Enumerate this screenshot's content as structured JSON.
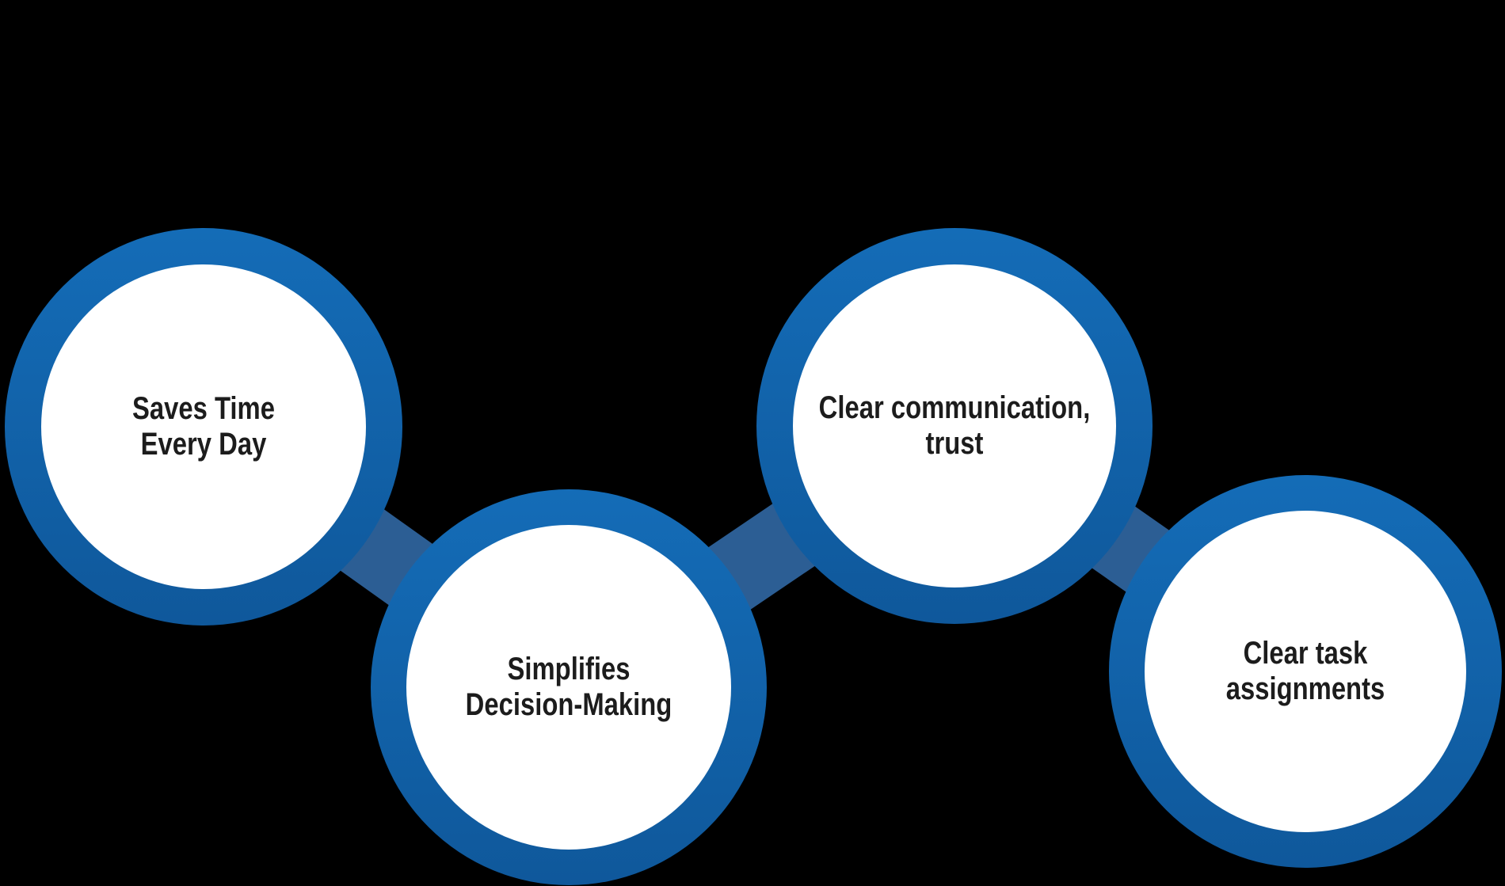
{
  "diagram": {
    "background": "#000000",
    "theme": {
      "ring_top": "#146CB7",
      "ring_bottom": "#0F589B",
      "connector": "#2C5E94",
      "circle_fill": "#FFFFFF",
      "text_color": "#1C1C1C"
    },
    "nodes": [
      {
        "id": "saves-time",
        "line1": "Saves Time",
        "line2": "Every Day"
      },
      {
        "id": "simplifies-decisions",
        "line1": "Simplifies",
        "line2": "Decision-Making"
      },
      {
        "id": "clear-communication",
        "line1": "Clear communication,",
        "line2": "trust"
      },
      {
        "id": "clear-tasks",
        "line1": "Clear task",
        "line2": "assignments"
      }
    ]
  }
}
